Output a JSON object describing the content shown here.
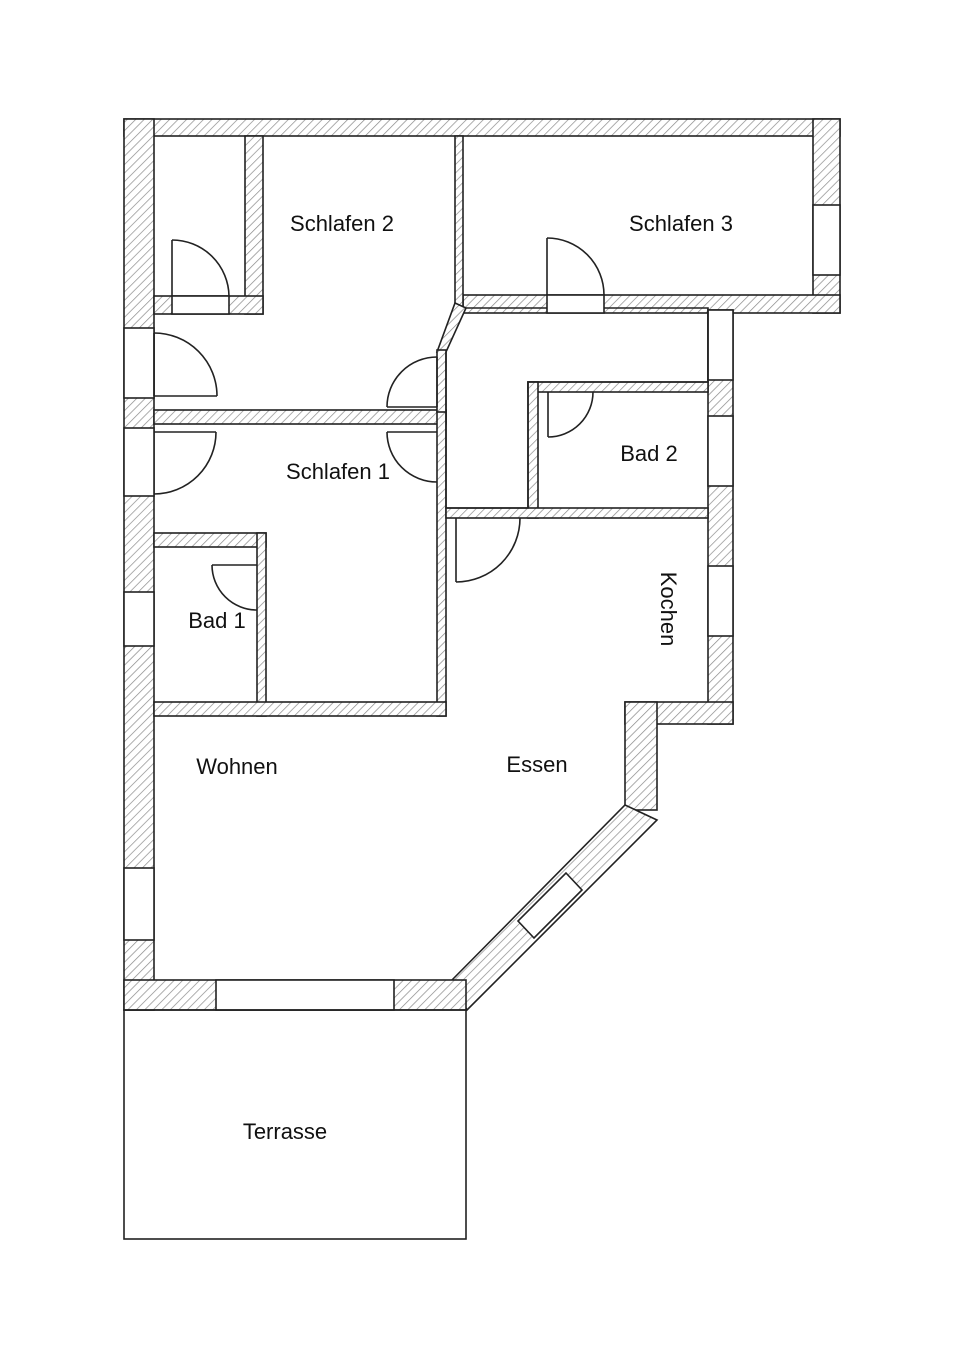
{
  "plan": {
    "colors": {
      "line": "#222222",
      "hatch": "#888888",
      "background": "#ffffff"
    },
    "rooms": {
      "schlafen_2": "Schlafen 2",
      "schlafen_3": "Schlafen 3",
      "schlafen_1": "Schlafen 1",
      "bad_2": "Bad 2",
      "bad_1": "Bad 1",
      "kochen": "Kochen",
      "wohnen": "Wohnen",
      "essen": "Essen",
      "terrasse": "Terrasse"
    }
  }
}
